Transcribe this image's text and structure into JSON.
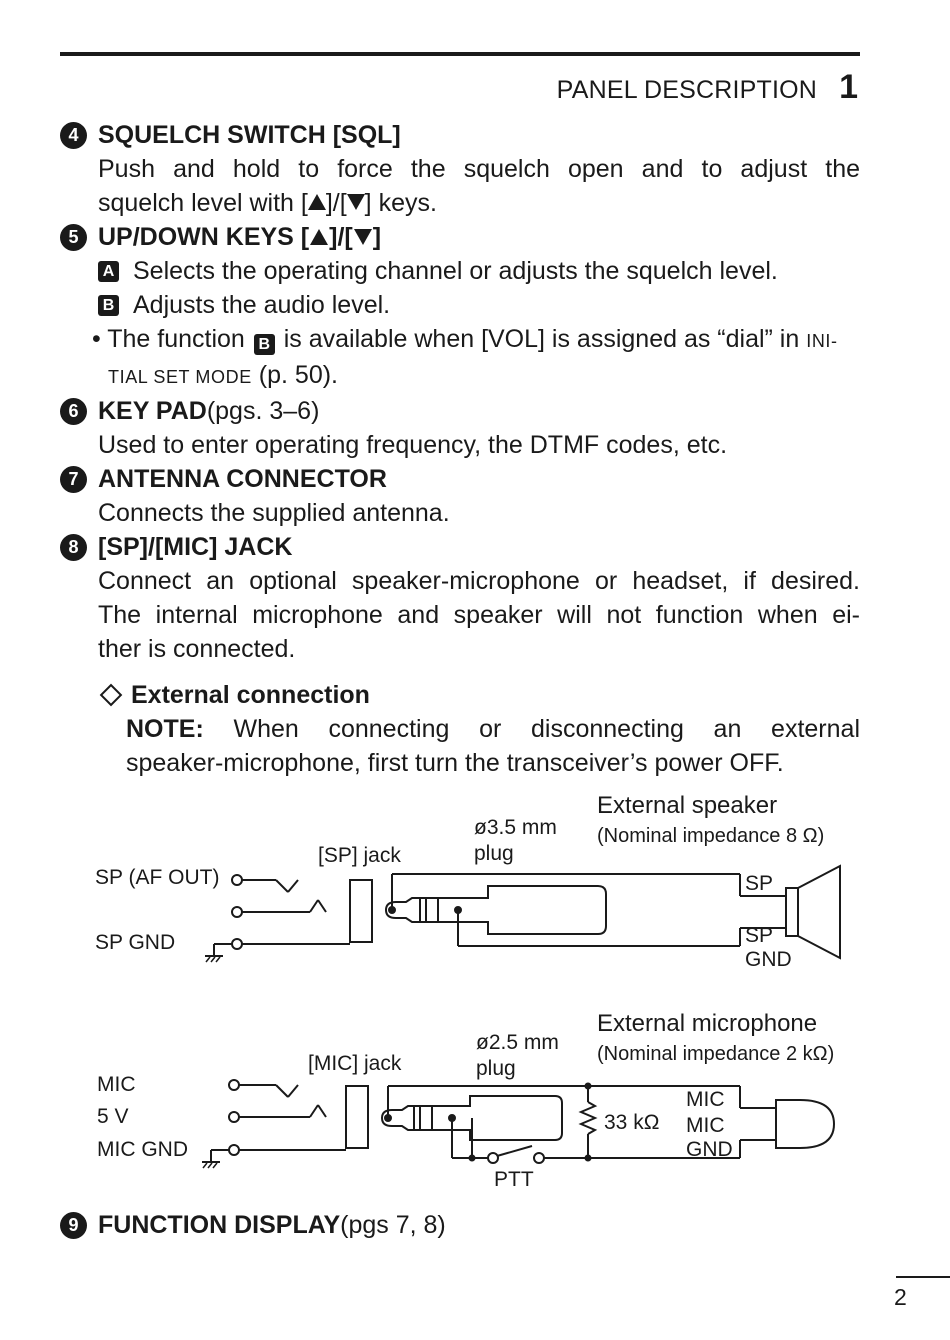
{
  "header": {
    "section_title": "PANEL DESCRIPTION",
    "section_number": "1"
  },
  "items": {
    "squelch": {
      "number": "4",
      "title": "SQUELCH SWITCH [SQL]",
      "line1": "Push and hold to force the squelch open and to adjust the",
      "line2_a": "squelch level with [",
      "line2_b": "]/[",
      "line2_c": "] keys."
    },
    "updown": {
      "number": "5",
      "title_a": "UP/DOWN KEYS [",
      "title_b": "]/[",
      "title_c": "]",
      "sub_a_label": "A",
      "sub_a_text": "Selects the operating channel or adjusts the squelch level.",
      "sub_b_label": "B",
      "sub_b_text": "Adjusts the audio level.",
      "note_a": "• The function ",
      "note_box": "B",
      "note_b": " is available when [VOL] is assigned as “dial” in ",
      "note_sc1": "INI-",
      "note_sc2": "TIAL SET MODE",
      "note_c": " (p. 50)."
    },
    "keypad": {
      "number": "6",
      "title": "KEY PAD",
      "ref": " (pgs. 3–6)",
      "desc": "Used to enter operating frequency, the DTMF codes, etc."
    },
    "antenna": {
      "number": "7",
      "title": "ANTENNA CONNECTOR",
      "desc": "Connects the supplied antenna."
    },
    "jack": {
      "number": "8",
      "title": "[SP]/[MIC] JACK",
      "line1": "Connect an optional speaker-microphone or headset, if desired.",
      "line2": "The internal microphone and speaker will not function when ei-",
      "line3": "ther is connected.",
      "ext_title": "External connection",
      "note_label": "NOTE:",
      "note_line1": " When connecting or disconnecting an external",
      "note_line2": "speaker-microphone, first turn the transceiver’s power OFF."
    },
    "display": {
      "number": "9",
      "title": "FUNCTION DISPLAY",
      "ref": " (pgs 7, 8)"
    }
  },
  "diagram": {
    "speaker": {
      "title": "External speaker",
      "impedance": "(Nominal impedance 8 Ω)",
      "plug_size": "ø3.5 mm",
      "plug": "plug",
      "jack_label": "[SP] jack",
      "pin_af_out": "SP (AF OUT)",
      "pin_gnd": "SP GND",
      "term_sp": "SP",
      "term_sp2": "SP",
      "term_gnd": "GND"
    },
    "microphone": {
      "title": "External microphone",
      "impedance": "(Nominal impedance 2 kΩ)",
      "plug_size": "ø2.5 mm",
      "plug": "plug",
      "jack_label": "[MIC] jack",
      "pin_mic": "MIC",
      "pin_5v": "5 V",
      "pin_gnd": "MIC GND",
      "resistor": "33 kΩ",
      "term_mic": "MIC",
      "term_mic2": "MIC",
      "term_gnd": "GND",
      "switch": "PTT"
    }
  },
  "footer": {
    "page_number": "2"
  }
}
